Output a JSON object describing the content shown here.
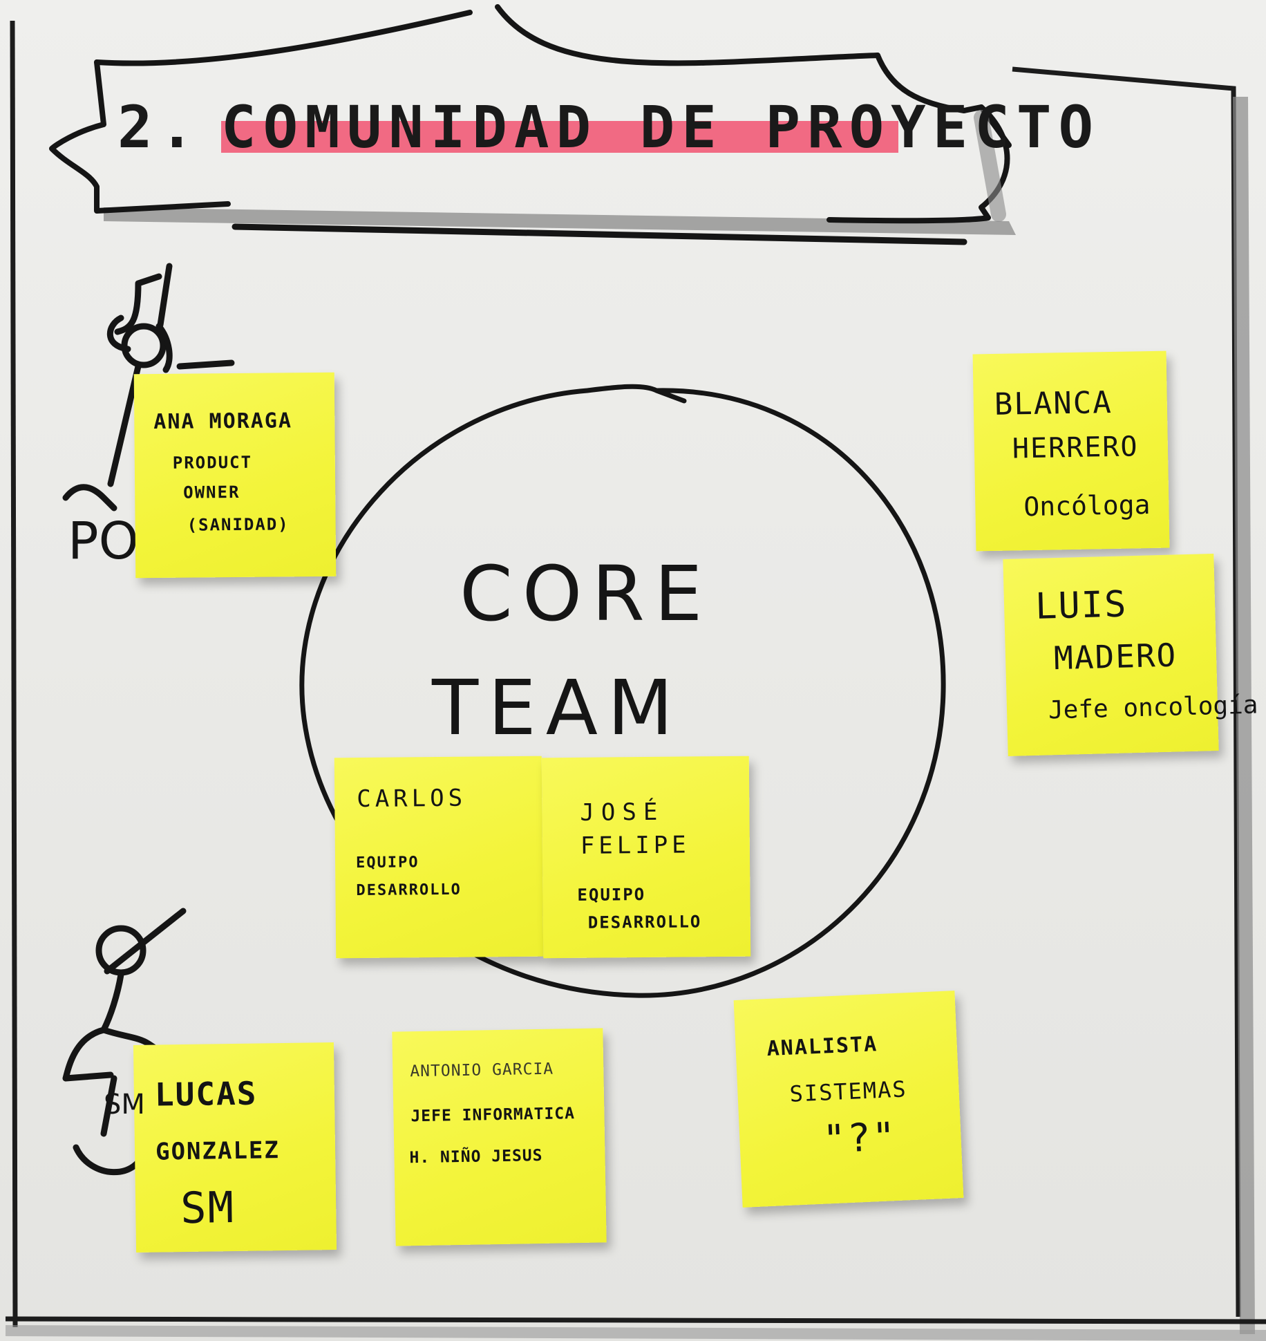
{
  "title": {
    "number": "2.",
    "text": "COMUNIDAD DE PROYECTO"
  },
  "core_team": {
    "line1": "CORE",
    "line2": "TEAM"
  },
  "figures": {
    "product_owner": "PO",
    "scrum_master": "SM"
  },
  "notes": {
    "ana": {
      "line1": "ANA MORAGA",
      "line2": "PRODUCT",
      "line3": "OWNER",
      "line4": "(SANIDAD)"
    },
    "blanca": {
      "line1": "BLANCA",
      "line2": "HERRERO",
      "line3": "Oncóloga"
    },
    "luis": {
      "line1": "LUIS",
      "line2": "MADERO",
      "line3": "Jefe oncología"
    },
    "carlos": {
      "line1": "CARLOS",
      "line2": "EQUIPO",
      "line3": "DESARROLLO"
    },
    "jose": {
      "line1": "JOSÉ",
      "line2": "FELIPE",
      "line3": "EQUIPO",
      "line4": "DESARROLLO"
    },
    "lucas": {
      "line1": "LUCAS",
      "line2": "GONZALEZ",
      "line3": "SM"
    },
    "antonio": {
      "line1": "ANTONIO GARCIA",
      "line2": "JEFE INFORMATICA",
      "line3": "H. NIÑO JESUS"
    },
    "analista": {
      "line1": "ANALISTA",
      "line2": "SISTEMAS",
      "line3": "\"?\""
    }
  },
  "colors": {
    "sticky_note": "#f5f63c",
    "highlight": "#f15b78",
    "marker": "#151515",
    "shadow_marker": "#7d7d7d"
  }
}
